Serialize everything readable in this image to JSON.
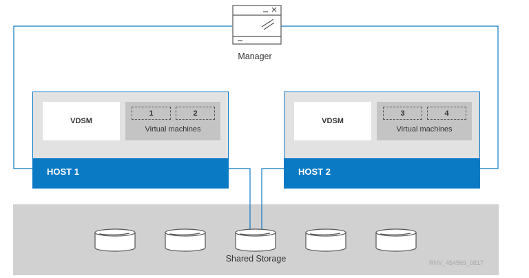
{
  "manager": {
    "label": "Manager"
  },
  "hosts": [
    {
      "label": "HOST 1",
      "vdsm": "VDSM",
      "vms": [
        "1",
        "2"
      ],
      "vm_caption": "Virtual machines"
    },
    {
      "label": "HOST 2",
      "vdsm": "VDSM",
      "vms": [
        "3",
        "4"
      ],
      "vm_caption": "Virtual machines"
    }
  ],
  "storage": {
    "label": "Shared Storage",
    "disk_count": 5
  },
  "credit": "RHV_454569_0817",
  "colors": {
    "accent": "#0a7ac4",
    "host_bg": "#e2e2e2",
    "storage_bg": "#d1d1d1"
  }
}
